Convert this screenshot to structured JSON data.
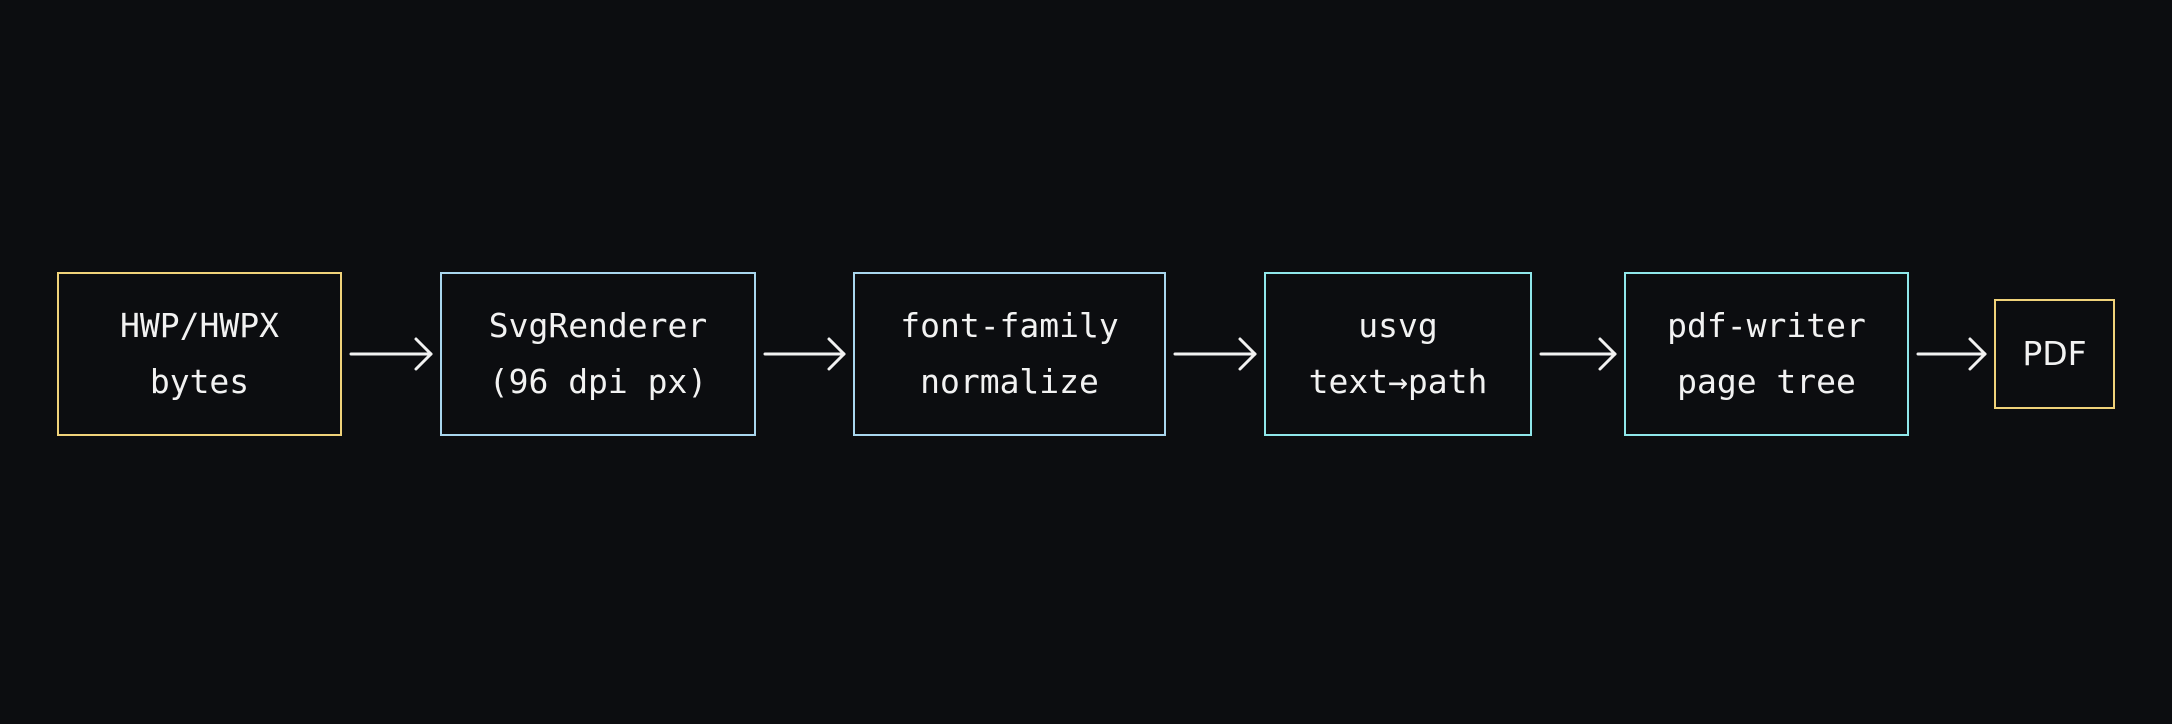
{
  "colors": {
    "background": "#0c0d10",
    "text": "#f2f2f2",
    "arrow": "#f2f2f2",
    "io_border": "#f0d27a",
    "stage_border_blue": "#a9d6ee",
    "stage_border_cyan": "#8fe7ea"
  },
  "pipeline": {
    "nodes": [
      {
        "id": "input",
        "kind": "io",
        "lines": [
          "HWP/HWPX",
          "bytes"
        ]
      },
      {
        "id": "svg-renderer",
        "kind": "stage",
        "lines": [
          "SvgRenderer",
          "(96 dpi px)"
        ]
      },
      {
        "id": "font-family",
        "kind": "stage",
        "lines": [
          "font-family",
          "normalize"
        ]
      },
      {
        "id": "usvg",
        "kind": "stage",
        "lines": [
          "usvg",
          "text→path"
        ]
      },
      {
        "id": "pdf-writer",
        "kind": "stage",
        "lines": [
          "pdf-writer",
          "page tree"
        ]
      },
      {
        "id": "output",
        "kind": "io",
        "lines": [
          "PDF"
        ]
      }
    ]
  }
}
